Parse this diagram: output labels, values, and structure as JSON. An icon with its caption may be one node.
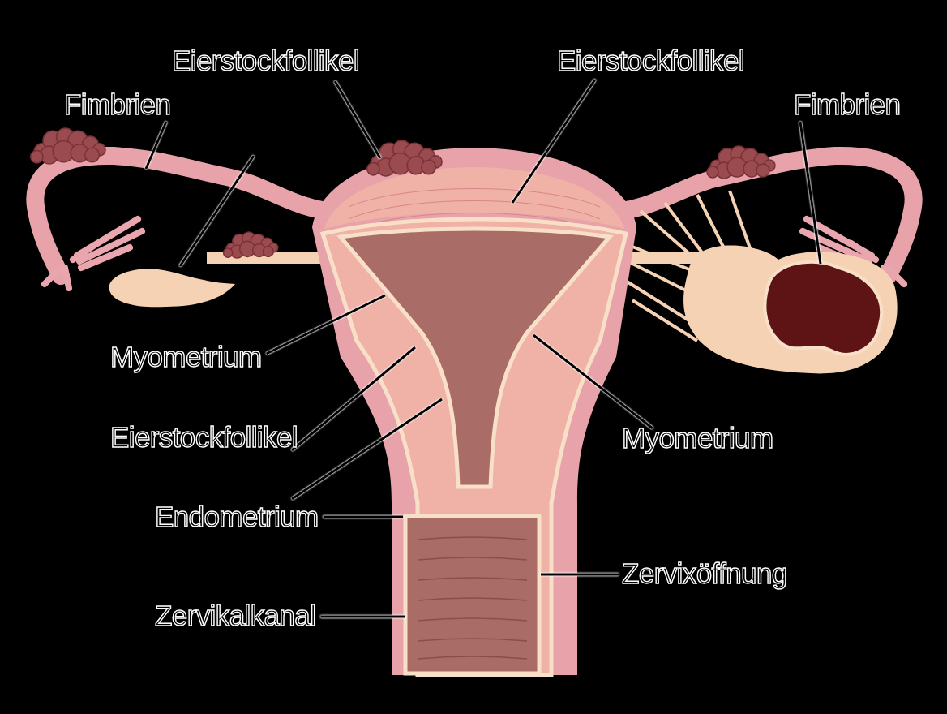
{
  "diagram": {
    "nodes": [
      {
        "text": [
          "Eierstockfollikel"
        ]
      },
      {
        "text": [
          "Eierstockfollikel"
        ]
      },
      {
        "text": [
          "Fimbrien"
        ]
      },
      {
        "text": [
          "Fimbrien"
        ]
      },
      {
        "text": [],
        "shape": "picture"
      },
      {
        "text": [
          "Myometrium"
        ]
      },
      {
        "text": [
          "Eierstockfollikel"
        ]
      },
      {
        "text": [
          "Myometrium"
        ]
      },
      {
        "text": [
          "Endometrium"
        ]
      },
      {
        "text": [
          "Zervixöffnung"
        ]
      },
      {
        "text": [
          "Zervikalkanal"
        ]
      }
    ],
    "edges": [
      {
        "from": 0,
        "to": null,
        "arrow": "none"
      },
      {
        "from": 1,
        "to": null,
        "arrow": "none"
      },
      {
        "from": 2,
        "to": null,
        "arrow": "none"
      },
      {
        "from": 3,
        "to": null,
        "arrow": "none"
      },
      {
        "from": null,
        "to": 4,
        "arrow": "none"
      },
      {
        "from": 5,
        "to": null,
        "arrow": "none"
      },
      {
        "from": 6,
        "to": null,
        "arrow": "none"
      },
      {
        "from": 7,
        "to": null,
        "arrow": "none"
      },
      {
        "from": 8,
        "to": null,
        "arrow": "none"
      },
      {
        "from": 8,
        "to": null,
        "arrow": "none"
      },
      {
        "from": 9,
        "to": null,
        "arrow": "none"
      },
      {
        "from": 10,
        "to": null,
        "arrow": "none"
      }
    ]
  }
}
